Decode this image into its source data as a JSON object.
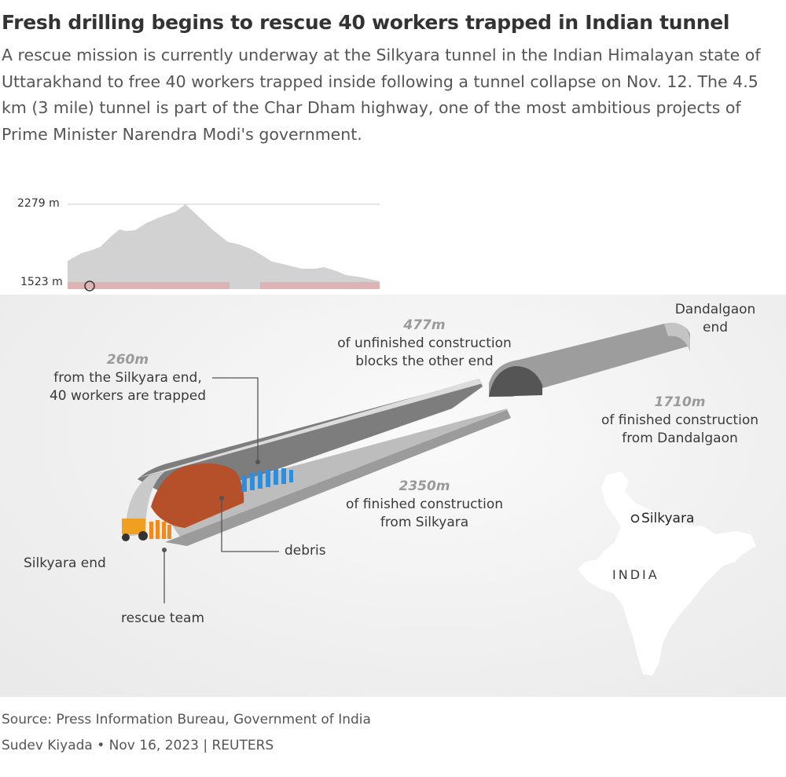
{
  "header": {
    "title": "Fresh drilling begins to rescue 40 workers trapped in Indian tunnel",
    "dek": "A rescue mission is currently underway at the Silkyara tunnel in the Indian Himalayan state of Uttarakhand to free 40 workers trapped inside following a tunnel collapse on Nov. 12. The 4.5 km (3 mile) tunnel is part of the Char Dham highway, one of the most ambitious projects of Prime Minister Narendra Modi's government."
  },
  "profile": {
    "top_label": "2279 m",
    "bottom_label": "1523 m"
  },
  "labels": {
    "trapped_num": "260m",
    "trapped_text": "from the Silkyara end, 40 workers are trapped",
    "unfinished_num": "477m",
    "unfinished_text": "of unfinished construction blocks the other end",
    "dandalgaon_end": "Dandalgaon end",
    "finished_d_num": "1710m",
    "finished_d_text": "of finished construction from Dandalgaon",
    "finished_s_num": "2350m",
    "finished_s_text": "of finished construction from Silkyara",
    "debris": "debris",
    "silkyara_end": "Silkyara end",
    "rescue_team": "rescue team"
  },
  "map": {
    "place": "Silkyara",
    "country": "INDIA"
  },
  "footer": {
    "source": "Source: Press Information Bureau, Government of India",
    "credit": "Sudev Kiyada • Nov 16, 2023 | REUTERS"
  },
  "colors": {
    "debris": "#b5502a",
    "workers": "#2a8fe0",
    "rescue": "#f0a020",
    "tunnel": "#a9a9a9",
    "profile": "#d2d2d2",
    "profile_tunnel": "#ddb3b3"
  }
}
